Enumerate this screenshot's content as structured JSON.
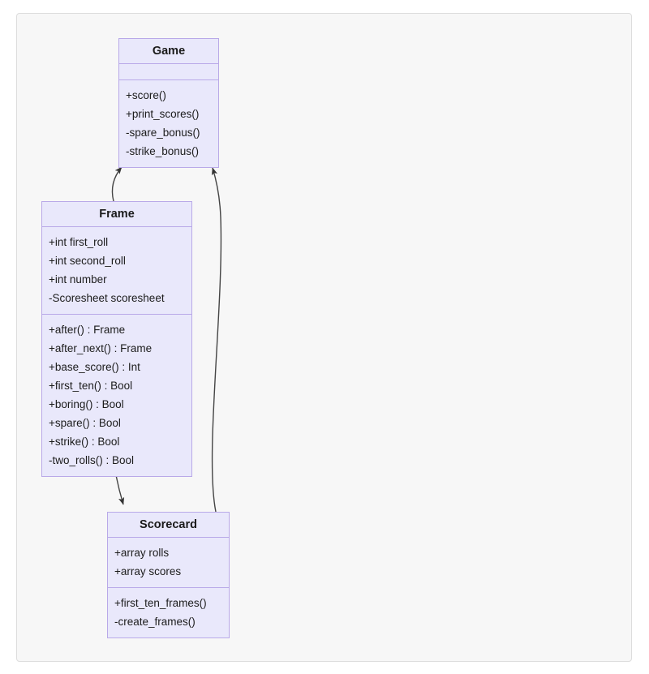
{
  "diagram": {
    "type": "uml-class-diagram",
    "colors": {
      "canvas_background": "#f7f7f7",
      "canvas_border": "#dddddd",
      "class_fill": "#e9e8fb",
      "class_border": "#b9a9e8",
      "text": "#1c1c1c",
      "edge": "#3a3a3a"
    },
    "classes": [
      {
        "id": "game",
        "name": "Game",
        "attributes": [],
        "methods": [
          "+score()",
          "+print_scores()",
          "-spare_bonus()",
          "-strike_bonus()"
        ]
      },
      {
        "id": "frame",
        "name": "Frame",
        "attributes": [
          "+int first_roll",
          "+int second_roll",
          "+int number",
          "-Scoresheet scoresheet"
        ],
        "methods": [
          "+after() : Frame",
          "+after_next() : Frame",
          "+base_score() : Int",
          "+first_ten() : Bool",
          "+boring() : Bool",
          "+spare() : Bool",
          "+strike() : Bool",
          "-two_rolls() : Bool"
        ]
      },
      {
        "id": "scorecard",
        "name": "Scorecard",
        "attributes": [
          "+array rolls",
          "+array scores"
        ],
        "methods": [
          "+first_ten_frames()",
          "-create_frames()"
        ]
      }
    ],
    "edges": [
      {
        "id": "frame-to-game",
        "from": "frame",
        "to": "game",
        "arrow": "single"
      },
      {
        "id": "scorecard-to-game",
        "from": "scorecard",
        "to": "game",
        "arrow": "single"
      },
      {
        "id": "frame-scorecard",
        "from": "frame",
        "to": "scorecard",
        "arrow": "double"
      }
    ]
  }
}
